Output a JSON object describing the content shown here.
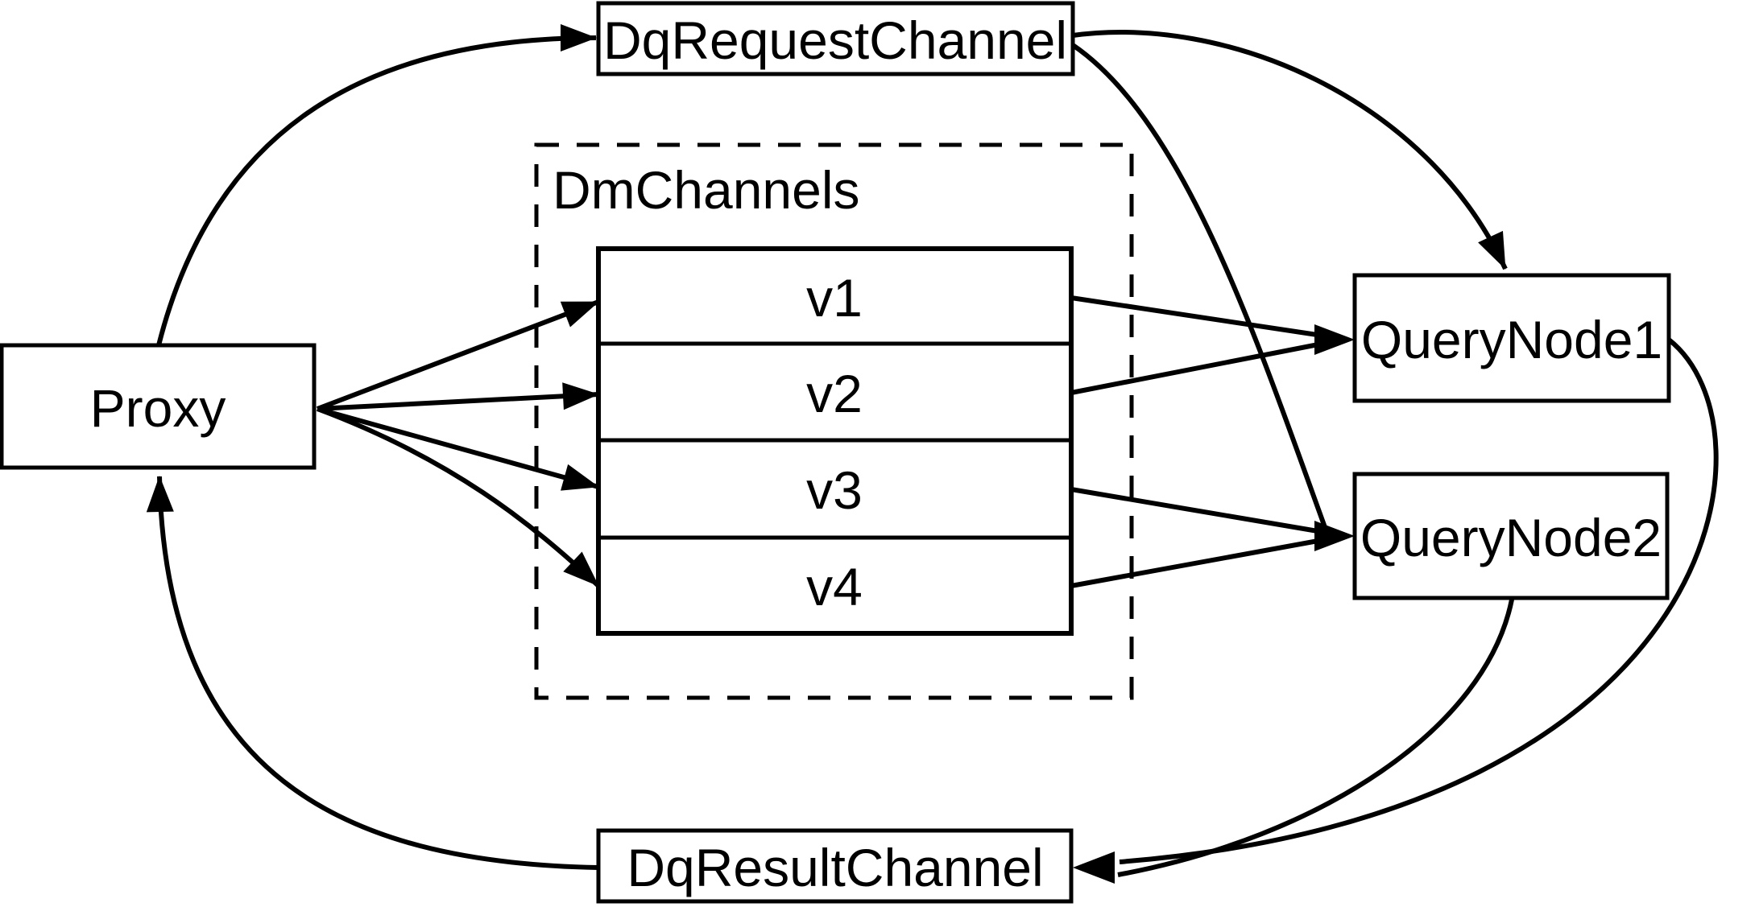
{
  "diagram": {
    "colors": {
      "stroke": "#000000",
      "background": "#ffffff"
    },
    "nodes": {
      "proxy": {
        "label": "Proxy"
      },
      "dq_request_channel": {
        "label": "DqRequestChannel"
      },
      "dm_channels": {
        "label": "DmChannels",
        "channels": [
          {
            "label": "v1"
          },
          {
            "label": "v2"
          },
          {
            "label": "v3"
          },
          {
            "label": "v4"
          }
        ]
      },
      "query_node_1": {
        "label": "QueryNode1"
      },
      "query_node_2": {
        "label": "QueryNode2"
      },
      "dq_result_channel": {
        "label": "DqResultChannel"
      }
    },
    "edges": [
      {
        "from": "Proxy",
        "to": "DqRequestChannel"
      },
      {
        "from": "DqRequestChannel",
        "to": "QueryNode1"
      },
      {
        "from": "DqRequestChannel",
        "to": "QueryNode2"
      },
      {
        "from": "Proxy",
        "to": "v1"
      },
      {
        "from": "Proxy",
        "to": "v2"
      },
      {
        "from": "Proxy",
        "to": "v3"
      },
      {
        "from": "Proxy",
        "to": "v4"
      },
      {
        "from": "v1",
        "to": "QueryNode1"
      },
      {
        "from": "v2",
        "to": "QueryNode1"
      },
      {
        "from": "v3",
        "to": "QueryNode2"
      },
      {
        "from": "v4",
        "to": "QueryNode2"
      },
      {
        "from": "QueryNode1",
        "to": "DqResultChannel"
      },
      {
        "from": "QueryNode2",
        "to": "DqResultChannel"
      },
      {
        "from": "DqResultChannel",
        "to": "Proxy"
      }
    ]
  }
}
